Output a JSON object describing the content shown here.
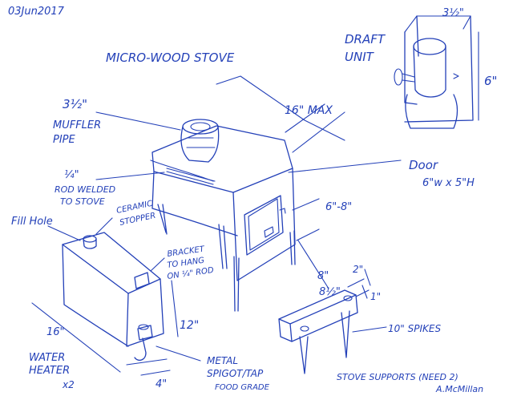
{
  "sketch": {
    "date": "03Jun2017",
    "title": "MICRO-WOOD STOVE",
    "author": "A.McMillan",
    "stove": {
      "muffler_size": "3½\"",
      "muffler_line1": "MUFFLER",
      "muffler_line2": "PIPE",
      "height_max": "16\" MAX",
      "rod_size": "¼\"",
      "rod_line1": "ROD WELDED",
      "rod_line2": "TO STOVE",
      "door_label": "Door",
      "door_size": "6\"w x 5\"H",
      "leg_height": "6\"-8\"",
      "depth": "8\"",
      "width": "8½\""
    },
    "draft_unit": {
      "line1": "DRAFT",
      "line2": "UNIT",
      "width": "3½\"",
      "height": "6\""
    },
    "water_heater": {
      "fill_hole": "Fill Hole",
      "stopper_line1": "CERAMIC",
      "stopper_line2": "STOPPER",
      "bracket_line1": "BRACKET",
      "bracket_line2": "TO HANG",
      "bracket_line3": "ON ¼\" ROD",
      "length": "16\"",
      "height": "12\"",
      "width": "4\"",
      "name_line1": "WATER",
      "name_line2": "HEATER",
      "qty": "x2",
      "spigot_line1": "METAL",
      "spigot_line2": "SPIGOT/TAP",
      "spigot_line3": "FOOD GRADE"
    },
    "supports": {
      "top_width": "2\"",
      "thickness": "1\"",
      "spikes": "10\" SPIKES",
      "label": "STOVE SUPPORTS (NEED 2)"
    }
  }
}
